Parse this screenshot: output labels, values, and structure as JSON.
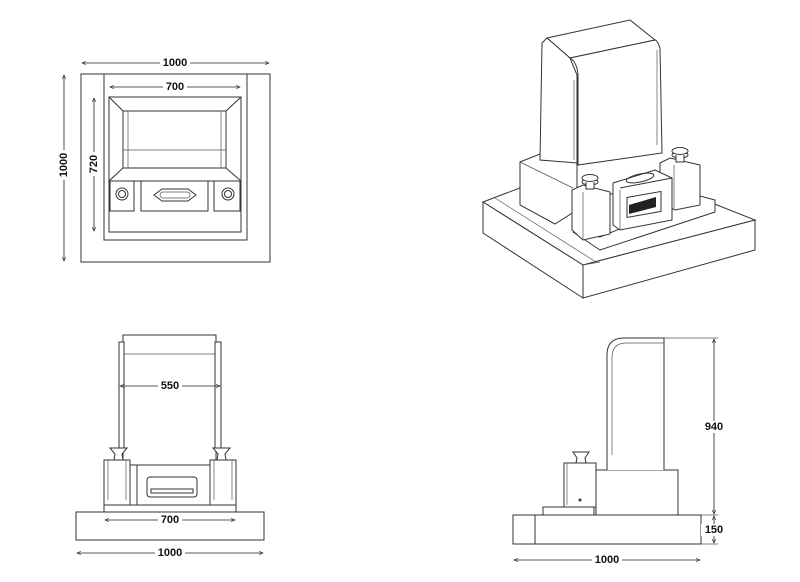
{
  "title": "Grave monument technical drawing",
  "colors": {
    "line": "#333333",
    "background": "#ffffff"
  },
  "top_view": {
    "width_label": "1000",
    "depth_label": "1000",
    "inner_width_label": "700",
    "inner_depth_label": "720"
  },
  "front_view": {
    "stele_width_label": "550",
    "platform_width_label": "700",
    "base_width_label": "1000"
  },
  "side_view": {
    "height_label": "940",
    "base_height_label": "150",
    "base_width_label": "1000"
  }
}
